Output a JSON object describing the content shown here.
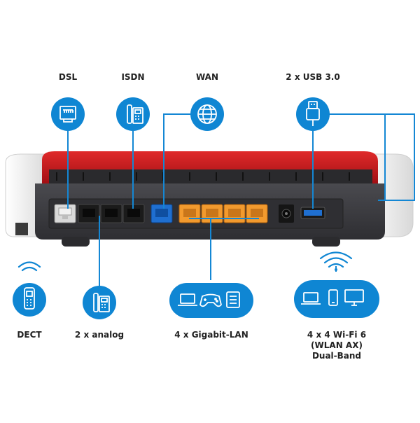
{
  "colors": {
    "accent": "#0f86d3",
    "router_red": "#c8181d",
    "router_body": "#3c3c40",
    "port_white": "#d9d9d9",
    "port_black": "#1b1b1b",
    "port_blue": "#1f6fd0",
    "port_orange": "#f29a2e",
    "line": "#1487d4"
  },
  "top_labels": [
    {
      "id": "dsl",
      "text": "DSL",
      "icon": "ethernet-port-icon"
    },
    {
      "id": "isdn",
      "text": "ISDN",
      "icon": "phone-icon"
    },
    {
      "id": "wan",
      "text": "WAN",
      "icon": "globe-icon"
    },
    {
      "id": "usb",
      "text": "2 x USB 3.0",
      "icon": "usb-icon"
    }
  ],
  "bottom_labels": [
    {
      "id": "dect",
      "text": "DECT",
      "icon": "dect-phone-icon"
    },
    {
      "id": "analog",
      "text": "2 x analog",
      "icon": "phone-icon"
    },
    {
      "id": "lan",
      "text": "4 x Gigabit-LAN",
      "icon": "lan-devices-icon"
    },
    {
      "id": "wifi",
      "text": "4 x 4 Wi-Fi 6 (WLAN AX)\nDual-Band",
      "icon": "wifi-devices-icon"
    }
  ]
}
